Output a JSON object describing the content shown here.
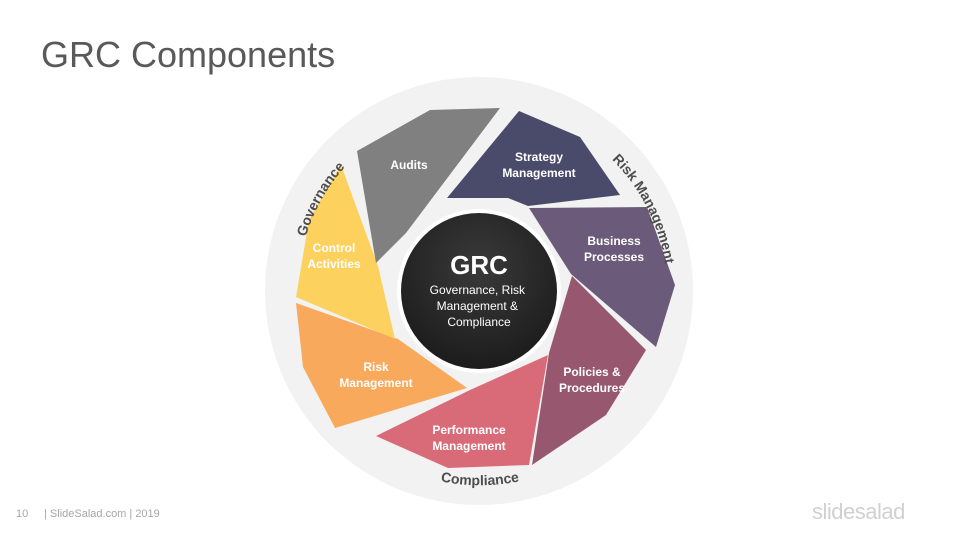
{
  "slide": {
    "title": "GRC Components"
  },
  "center": {
    "title": "GRC",
    "subtitle_lines": [
      "Governance, Risk",
      "Management  &",
      "Compliance"
    ]
  },
  "ring_labels": {
    "governance": "Governance",
    "risk_management": "Risk Management",
    "compliance": "Compliance"
  },
  "segments": [
    {
      "lines": [
        "Strategy",
        "Management"
      ],
      "color": "#4a4a6b"
    },
    {
      "lines": [
        "Business",
        "Processes"
      ],
      "color": "#6b5a7a"
    },
    {
      "lines": [
        "Policies  &",
        "Procedures"
      ],
      "color": "#97576e"
    },
    {
      "lines": [
        "Performance",
        "Management"
      ],
      "color": "#d96b78"
    },
    {
      "lines": [
        "Risk",
        "Management"
      ],
      "color": "#f9a95c"
    },
    {
      "lines": [
        "Control",
        "Activities"
      ],
      "color": "#fcd15e"
    },
    {
      "lines": [
        "Audits"
      ],
      "color": "#808080"
    }
  ],
  "colors": {
    "ring": "#f2f2f2",
    "center": "#2a2a2a",
    "title_text": "#595959",
    "ring_text": "#4d4d4d"
  },
  "footer": {
    "page_number": "10",
    "text": "| SlideSalad.com | 2019",
    "logo": "slidesalad"
  }
}
